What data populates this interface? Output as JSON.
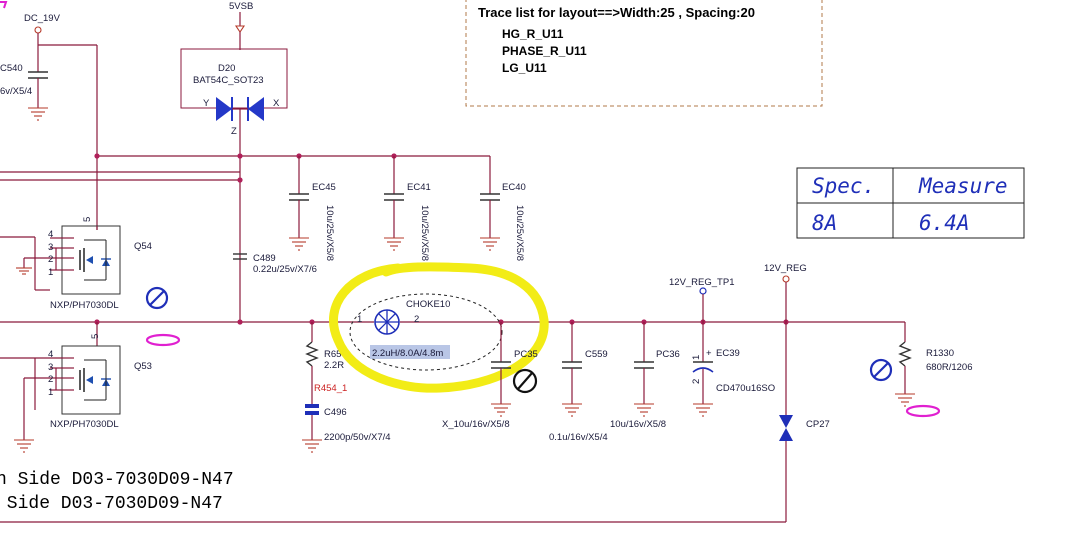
{
  "nets": {
    "dc_19v": "DC_19V",
    "5vsb": "5VSB",
    "12v_reg_tp1": "12V_REG_TP1",
    "12v_reg": "12V_REG"
  },
  "trace_note": {
    "title": "Trace list for layout==>Width:25 , Spacing:20",
    "items": [
      "HG_R_U11",
      "PHASE_R_U11",
      "LG_U11"
    ]
  },
  "spec_table": {
    "headers": [
      "Spec.",
      "Measure"
    ],
    "values": [
      "8A",
      "6.4A"
    ]
  },
  "components": {
    "c540": {
      "ref": "C540",
      "value": "6v/X5/4"
    },
    "d20": {
      "ref": "D20",
      "part": "BAT54C_SOT23",
      "pin_y": "Y",
      "pin_x": "X",
      "pin_z": "Z"
    },
    "ec45": {
      "ref": "EC45",
      "value": "10u/25v/X5/8"
    },
    "ec41": {
      "ref": "EC41",
      "value": "10u/25v/X5/8"
    },
    "ec40": {
      "ref": "EC40",
      "value": "10u/25v/X5/8"
    },
    "c489": {
      "ref": "C489",
      "value": "0.22u/25v/X7/6"
    },
    "q54": {
      "ref": "Q54",
      "part": "NXP/PH7030DL"
    },
    "q53": {
      "ref": "Q53",
      "part": "NXP/PH7030DL"
    },
    "choke10": {
      "ref": "CHOKE10",
      "value": "2.2uH/8.0A/4.8m",
      "pin1": "1",
      "pin2": "2"
    },
    "r654": {
      "ref": "R654",
      "value": "2.2R",
      "alt": "R454_1"
    },
    "c496": {
      "ref": "C496",
      "value": "2200p/50v/X7/4"
    },
    "pc35": {
      "ref": "PC35",
      "value": "X_10u/16v/X5/8"
    },
    "c559": {
      "ref": "C559",
      "value": "0.1u/16v/X5/4"
    },
    "pc36": {
      "ref": "PC36",
      "value": "10u/16v/X5/8"
    },
    "ec39": {
      "ref": "EC39",
      "value": "CD470u16SO",
      "pin1": "1",
      "pin2": "2",
      "plus": "+"
    },
    "r1330": {
      "ref": "R1330",
      "value": "680R/1206"
    },
    "cp27": {
      "ref": "CP27"
    }
  },
  "pin_numbers": {
    "four": "4",
    "three": "3",
    "two": "2",
    "one": "1",
    "five": "5"
  },
  "bottom_text": {
    "line1": "n Side D03-7030D09-N47",
    "line2": " Side D03-7030D09-N47"
  },
  "colors": {
    "wire": "#8b1a3c",
    "highlight": "#f2ec16",
    "spec_text": "#1f2fb8",
    "marker": "#e020d0",
    "note_border": "#b07a4a"
  }
}
